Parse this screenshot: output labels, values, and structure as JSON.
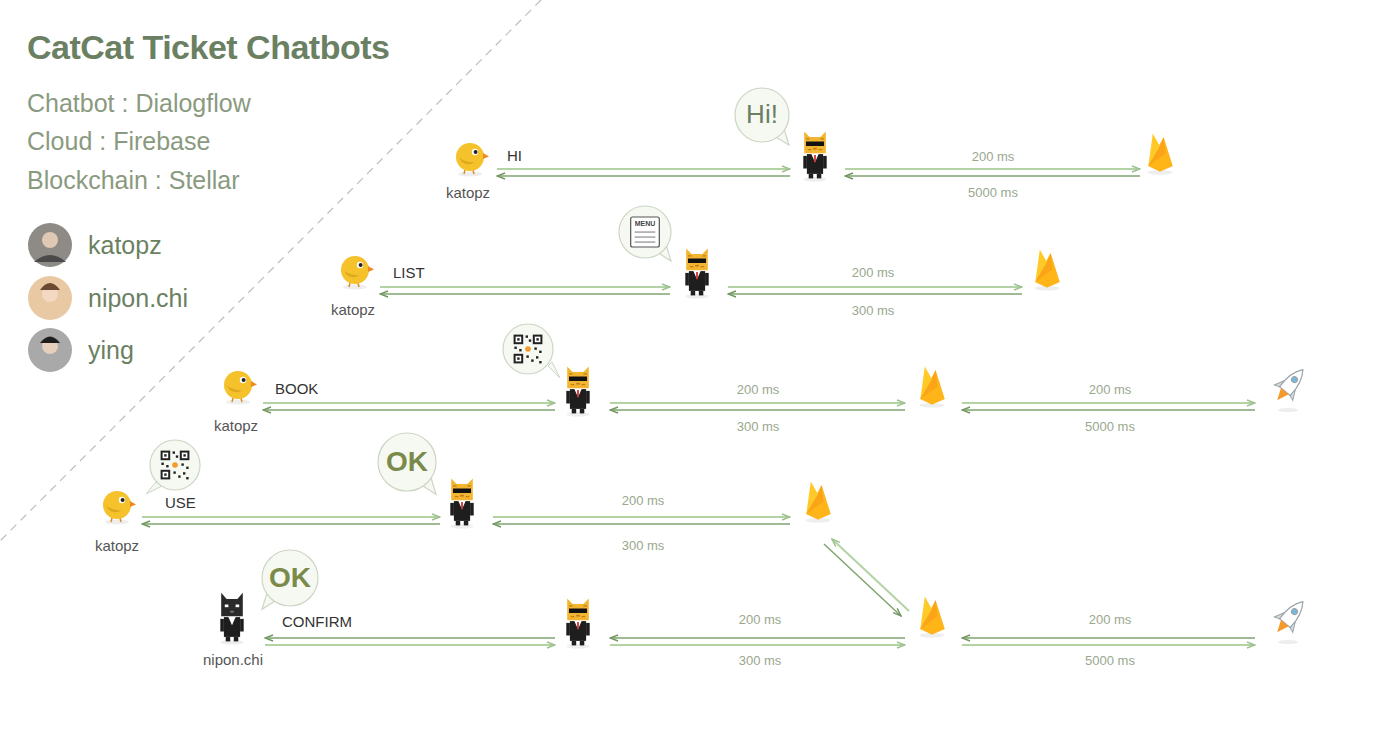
{
  "diagram": {
    "title": "CatCat Ticket Chatbots",
    "nodes": [
      {
        "text": [
          "Hi!"
        ]
      },
      {
        "text": [
          "MENU"
        ]
      },
      {
        "text": [
          "OK"
        ]
      },
      {
        "text": [
          "OK"
        ]
      }
    ],
    "labels": [
      "Chatbot : Dialogflow",
      "Cloud : Firebase",
      "Blockchain : Stellar",
      "katopz",
      "nipon.chi",
      "ying",
      "HI",
      "katopz",
      "200 ms",
      "5000 ms",
      "LIST",
      "katopz",
      "200 ms",
      "300 ms",
      "BOOK",
      "katopz",
      "200 ms",
      "300 ms",
      "200 ms",
      "5000 ms",
      "USE",
      "katopz",
      "200 ms",
      "300 ms",
      "CONFIRM",
      "nipon.chi",
      "200 ms",
      "300 ms",
      "200 ms",
      "5000 ms"
    ]
  }
}
